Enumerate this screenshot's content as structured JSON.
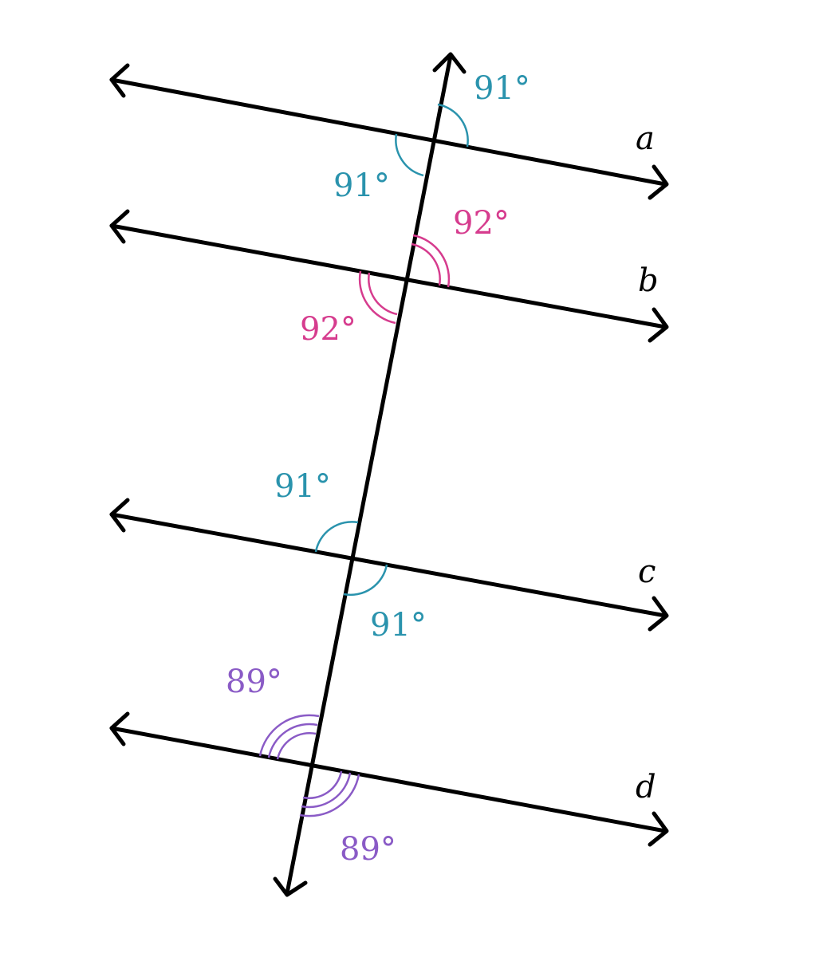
{
  "colors": {
    "line": "#000000",
    "teal": "#2a93ad",
    "pink": "#d63c8e",
    "purple": "#8a5bc6"
  },
  "lines": [
    {
      "label": "a"
    },
    {
      "label": "b"
    },
    {
      "label": "c"
    },
    {
      "label": "d"
    }
  ],
  "angles": {
    "a_upper_right": "91°",
    "a_lower_left": "91°",
    "b_upper_right": "92°",
    "b_lower_left": "92°",
    "c_upper_left": "91°",
    "c_lower_right": "91°",
    "d_upper_left": "89°",
    "d_lower_right": "89°"
  }
}
